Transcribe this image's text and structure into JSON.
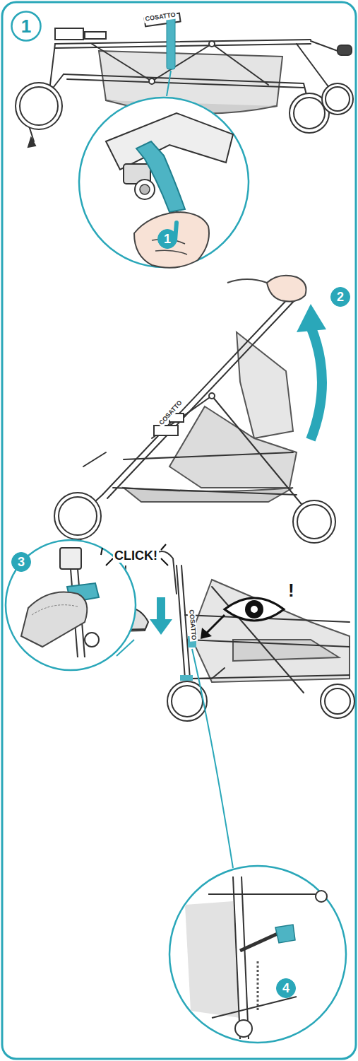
{
  "diagram": {
    "nodes": [
      {
        "text": [
          "1"
        ]
      },
      {
        "text": [
          "1"
        ]
      },
      {
        "text": [
          "2"
        ]
      },
      {
        "text": [
          "3"
        ]
      },
      {
        "text": [
          "4"
        ]
      }
    ],
    "labels": [
      "COSATTO",
      "COSATTO",
      "CLICK!",
      "COSATTO",
      "!"
    ]
  }
}
